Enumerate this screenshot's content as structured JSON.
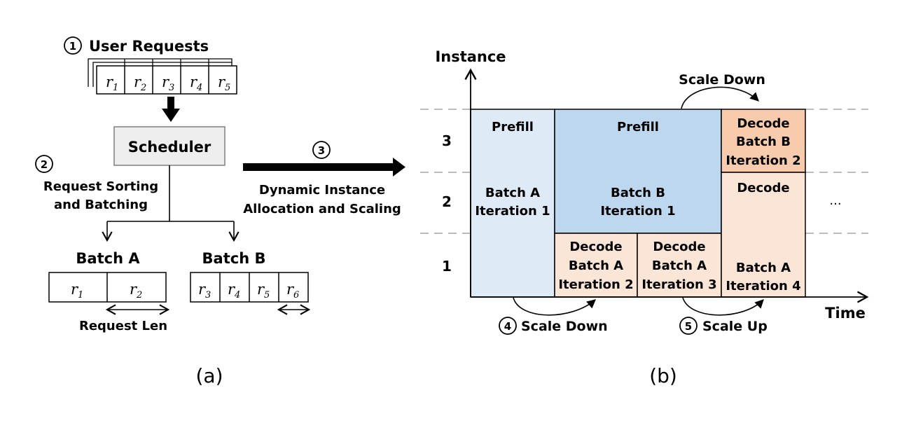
{
  "panel_a": {
    "user_requests": {
      "step": "1",
      "title": "User Requests",
      "items": [
        {
          "base": "r",
          "sub": "1"
        },
        {
          "base": "r",
          "sub": "2"
        },
        {
          "base": "r",
          "sub": "3"
        },
        {
          "base": "r",
          "sub": "4"
        },
        {
          "base": "r",
          "sub": "5"
        }
      ]
    },
    "scheduler": {
      "label": "Scheduler"
    },
    "sorting": {
      "step": "2",
      "line1": "Request Sorting",
      "line2": "and Batching"
    },
    "batch_a": {
      "title": "Batch A",
      "items": [
        {
          "base": "r",
          "sub": "1"
        },
        {
          "base": "r",
          "sub": "2"
        }
      ],
      "len_label": "Request Len"
    },
    "batch_b": {
      "title": "Batch B",
      "items": [
        {
          "base": "r",
          "sub": "3"
        },
        {
          "base": "r",
          "sub": "4"
        },
        {
          "base": "r",
          "sub": "5"
        },
        {
          "base": "r",
          "sub": "6"
        }
      ]
    },
    "caption": "(a)"
  },
  "transition": {
    "step": "3",
    "line1": "Dynamic Instance",
    "line2": "Allocation and Scaling"
  },
  "panel_b": {
    "y_axis_label": "Instance",
    "x_axis_label": "Time",
    "instance_labels": [
      "3",
      "2",
      "1"
    ],
    "ellipsis": "...",
    "blocks": {
      "batch_a_prefill": {
        "phase": "Prefill",
        "line1": "Batch A",
        "line2": "Iteration 1"
      },
      "batch_b_prefill": {
        "phase": "Prefill",
        "line1": "Batch B",
        "line2": "Iteration 1"
      },
      "decode_a_it2": {
        "line1": "Decode",
        "line2": "Batch A",
        "line3": "Iteration 2"
      },
      "decode_a_it3": {
        "line1": "Decode",
        "line2": "Batch A",
        "line3": "Iteration 3"
      },
      "decode_b_it2": {
        "line1": "Decode",
        "line2": "Batch B",
        "line3": "Iteration 2"
      },
      "decode_a_it4": {
        "phase": "Decode",
        "line1": "Batch A",
        "line2": "Iteration 4"
      }
    },
    "scale_down_top": "Scale Down",
    "scale_down_bottom": {
      "step": "4",
      "label": "Scale Down"
    },
    "scale_up": {
      "step": "5",
      "label": "Scale Up"
    },
    "caption": "(b)",
    "colors": {
      "prefill_a": "#DEEBF7",
      "prefill_b": "#BDD7EE",
      "decode_light": "#FBE5D6",
      "decode_dark": "#F8CBAD",
      "scheduler_fill": "#EEEEEE",
      "dashed_line": "#A6A6A6"
    }
  }
}
